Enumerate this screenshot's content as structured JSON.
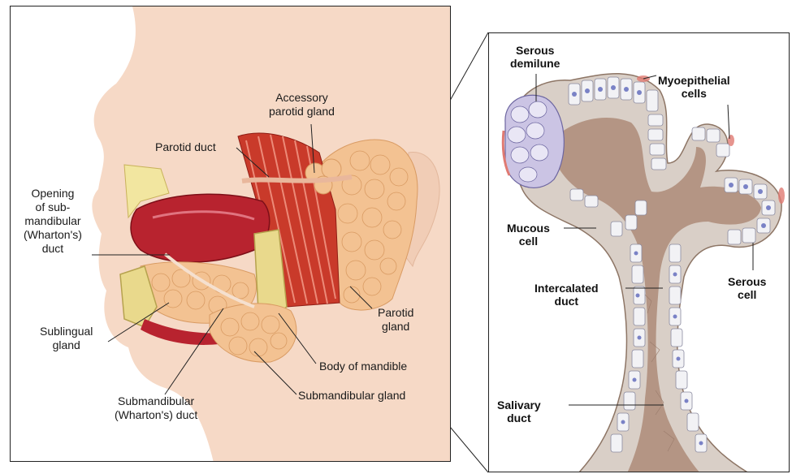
{
  "left_diagram": {
    "labels": {
      "accessory_parotid": "Accessory\nparotid gland",
      "parotid_duct": "Parotid duct",
      "opening_submandibular": "Opening\nof sub-\nmandibular\n(Wharton's)\nduct",
      "sublingual": "Sublingual\ngland",
      "submandibular_duct": "Submandibular\n(Wharton's) duct",
      "parotid_gland": "Parotid\ngland",
      "body_mandible": "Body of mandible",
      "submandibular_gland": "Submandibular gland"
    }
  },
  "right_diagram": {
    "labels": {
      "serous_demilune": "Serous\ndemilune",
      "myoepithelial": "Myoepithelial\ncells",
      "mucous_cell": "Mucous\ncell",
      "intercalated_duct": "Intercalated\nduct",
      "serous_cell": "Serous\ncell",
      "salivary_duct": "Salivary\nduct"
    }
  },
  "colors": {
    "skin": "#f6d9c6",
    "gland": "#f3c292",
    "muscle": "#c93a2a",
    "tongue": "#b8232f",
    "bone": "#e9d98c",
    "duct_lumen": "#b49584",
    "serous_cells": "#cbc4e4",
    "cell": "#f2f2f5"
  }
}
